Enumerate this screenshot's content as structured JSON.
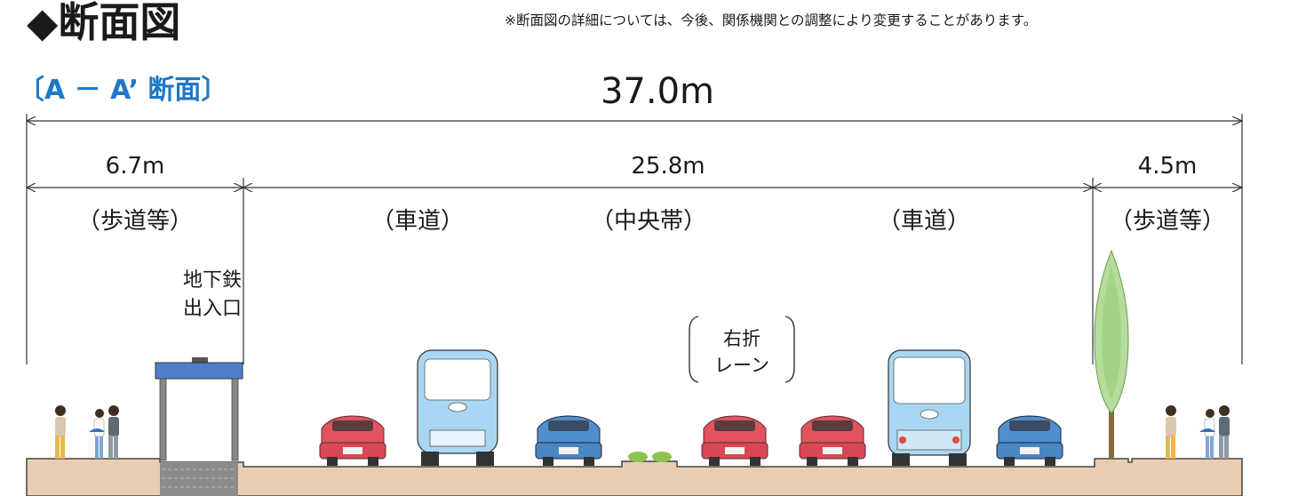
{
  "header": {
    "title": "◆断面図",
    "note": "※断面図の詳細については、今後、関係機関との調整により変更することがあります。"
  },
  "section": {
    "label": "〔A － A’ 断面〕"
  },
  "dimensions": {
    "total": "37.0m",
    "left_sidewalk": "6.7m",
    "roadway": "25.8m",
    "right_sidewalk": "4.5m"
  },
  "zones": {
    "left_sidewalk": "（歩道等）",
    "roadway_left": "（車道）",
    "median": "（中央帯）",
    "roadway_right": "（車道）",
    "right_sidewalk": "（歩道等）"
  },
  "annotations": {
    "subway_line1": "地下鉄",
    "subway_line2": "出入口",
    "turn_lane_line1": "右折",
    "turn_lane_line2": "レーン"
  },
  "colors": {
    "accent_blue": "#1f78c8",
    "ground": "#e9cdb0",
    "car_red": "#e0535f",
    "car_blue": "#4f8fce",
    "bus": "#a9d6f2",
    "tree": "#9fd17e"
  }
}
